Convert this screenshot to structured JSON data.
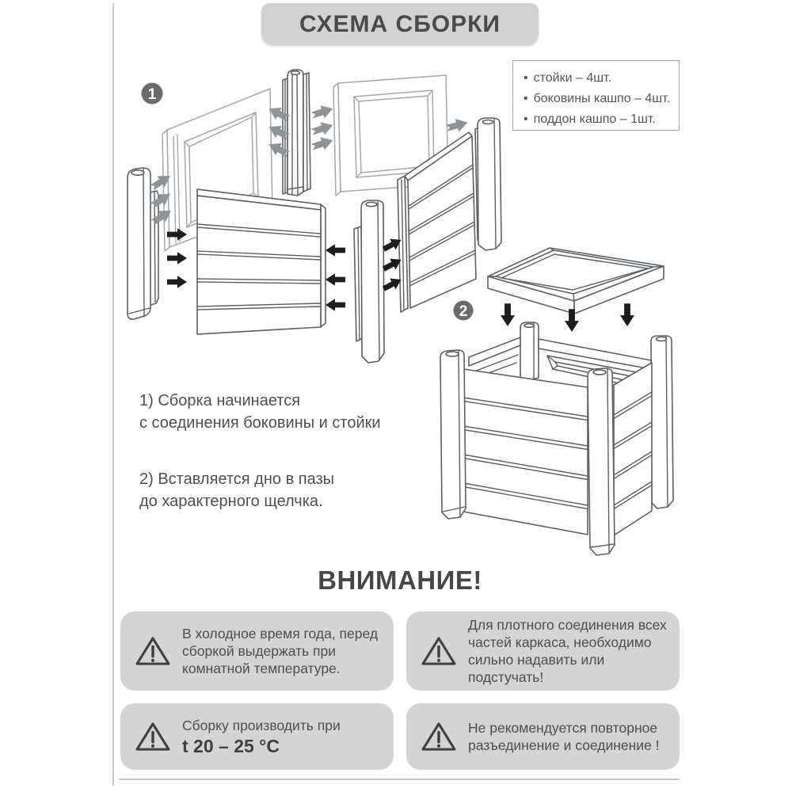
{
  "title": {
    "text": "СХЕМА СБОРКИ"
  },
  "parts_list": {
    "bullet": "•",
    "items": [
      "стойки – 4шт.",
      "боковины кашпо – 4шт.",
      "поддон кашпо – 1шт."
    ]
  },
  "diagram": {
    "step1_badge": "1",
    "step2_badge": "2"
  },
  "steps": [
    {
      "text": "1) Сборка начинается\nс соединения боковины и стойки"
    },
    {
      "text": "2) Вставляется дно в пазы\nдо характерного щелчка."
    }
  ],
  "attention": {
    "heading": "ВНИМАНИЕ!",
    "warnings": [
      {
        "text": "В холодное время года, перед\nсборкой выдержать при\nкомнатной температуре."
      },
      {
        "text": "Для плотного соединения всех\nчастей каркаса, необходимо\nсильно надавить или подстучать!"
      },
      {
        "text": "Сборку производить при",
        "bold": "t 20 – 25 °C"
      },
      {
        "text": "Не рекомендуется повторное\nразъединение и соединение !"
      }
    ]
  },
  "colors": {
    "title_bg": "#d2d2d2",
    "warning_bg": "#d4d4d4",
    "text": "#4a4a4a",
    "badge": "#6b6b6b",
    "line_dark": "#5b6064",
    "line_light": "#a3a8ac",
    "arrow_black": "#1d1d1d",
    "arrow_gray": "#8f9498",
    "border": "#c9c9c9"
  }
}
